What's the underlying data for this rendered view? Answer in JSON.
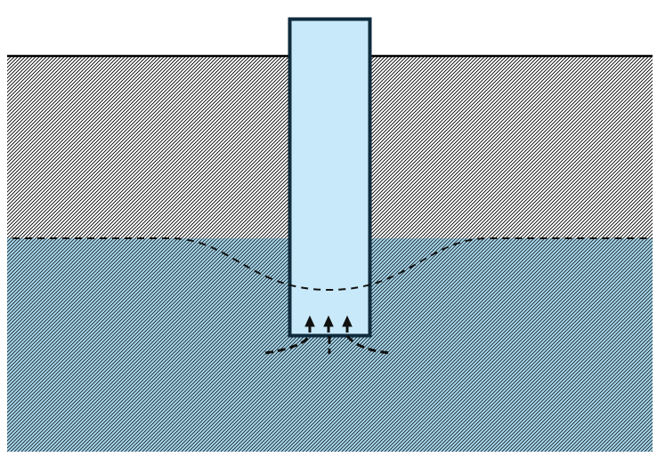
{
  "diagram": {
    "elements": [
      "ground-surface",
      "unsaturated-soil",
      "saturated-soil",
      "well-casing",
      "water-table",
      "drawdown-cone",
      "inflow-arrows",
      "flow-lines"
    ],
    "colors": {
      "soil_hatch": "#000000",
      "groundwater": "#a9daf0",
      "well_fill": "#c8e9f9",
      "well_outline": "#0f2b3c",
      "lines": "#111111"
    }
  }
}
